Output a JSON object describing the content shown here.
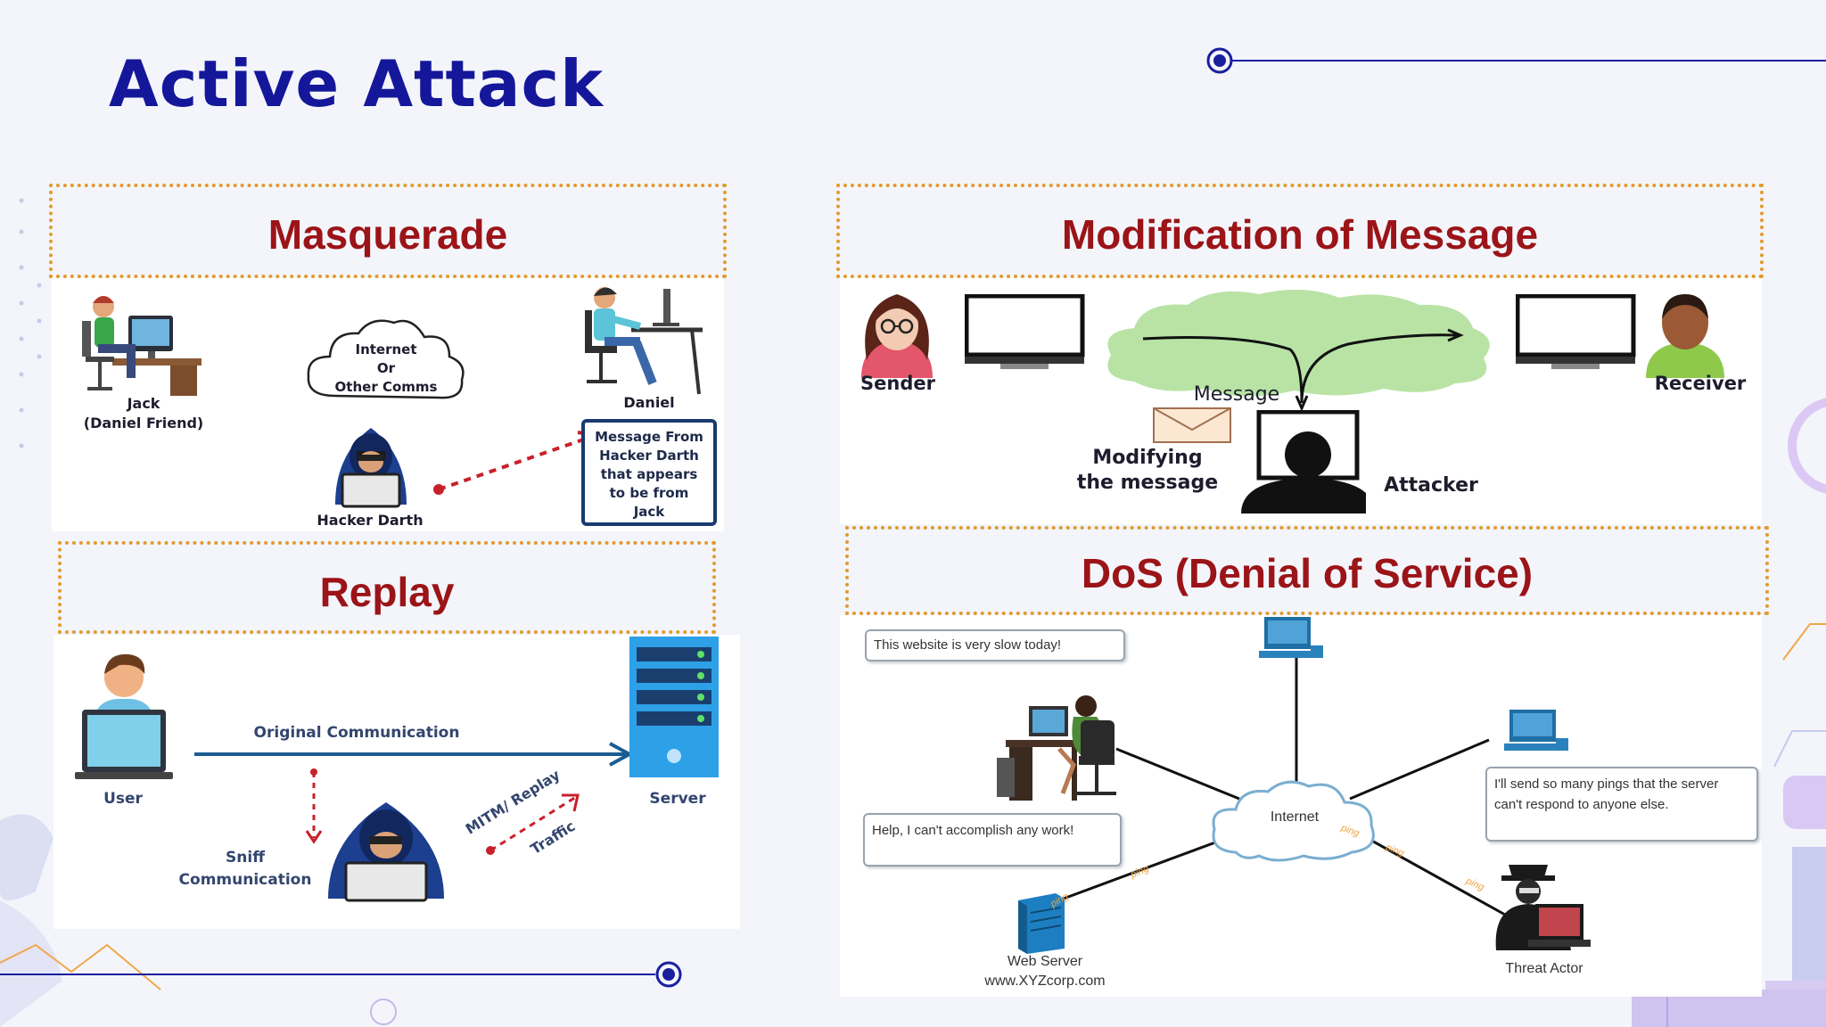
{
  "slide": {
    "title": "Active Attack"
  },
  "masquerade": {
    "title": "Masquerade",
    "jack_name": "Jack",
    "jack_sub": "(Daniel Friend)",
    "cloud_line1": "Internet",
    "cloud_line2": "Or",
    "cloud_line3": "Other Comms",
    "hacker": "Hacker Darth",
    "daniel": "Daniel",
    "msg_line1": "Message From",
    "msg_line2": "Hacker Darth",
    "msg_line3": "that appears",
    "msg_line4": "to be from",
    "msg_line5": "Jack"
  },
  "modification": {
    "title": "Modification of Message",
    "sender": "Sender",
    "receiver": "Receiver",
    "message": "Message",
    "modifying_line1": "Modifying",
    "modifying_line2": "the message",
    "attacker": "Attacker"
  },
  "replay": {
    "title": "Replay",
    "user": "User",
    "server": "Server",
    "original": "Original  Communication",
    "sniff_line1": "Sniff",
    "sniff_line2": "Communication",
    "mitm": "MITM/ Replay",
    "traffic": "Traffic"
  },
  "dos": {
    "title": "DoS (Denial of Service)",
    "bubble_slow": "This website is very slow today!",
    "bubble_help": "Help, I can't accomplish any work!",
    "bubble_threat": "I'll send so many pings that the server can't respond to anyone else.",
    "internet": "Internet",
    "web_server_line1": "Web Server",
    "web_server_line2": "www.XYZcorp.com",
    "threat_actor": "Threat Actor",
    "ping": "ping"
  },
  "colors": {
    "title": "#15179a",
    "section_title": "#9b1418",
    "dotted_border": "#e39a2c",
    "accent_blue": "#1b5d93",
    "attack_red": "#c8202b"
  }
}
